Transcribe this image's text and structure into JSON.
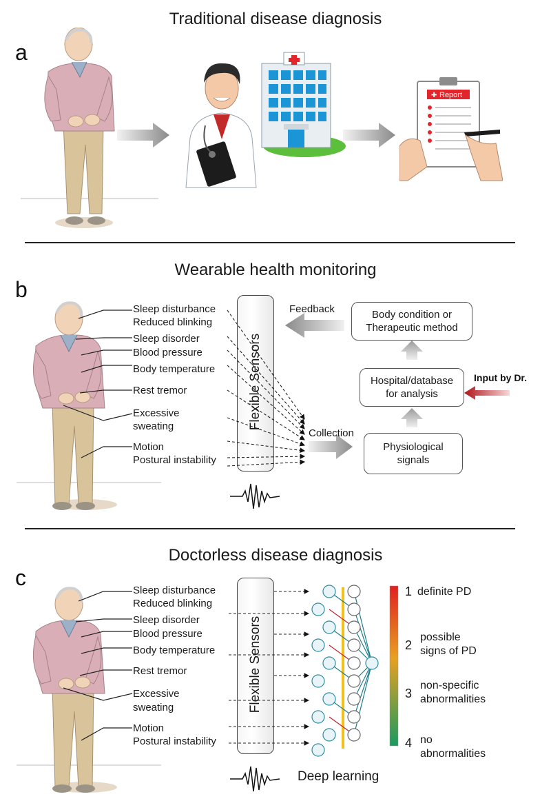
{
  "panel_a": {
    "letter": "a",
    "title": "Traditional disease diagnosis",
    "report_label": "Report"
  },
  "panel_b": {
    "letter": "b",
    "title": "Wearable health monitoring",
    "symptoms": [
      "Sleep disturbance",
      "Reduced blinking",
      "Sleep disorder",
      "Blood pressure",
      "Body temperature",
      "Rest tremor",
      "Excessive",
      "sweating",
      "Motion",
      "Postural instability"
    ],
    "sensor_label": "Flexible Sensors",
    "collection": "Collection",
    "feedback": "Feedback",
    "physio_line1": "Physiological",
    "physio_line2": "signals",
    "hospital_line1": "Hospital/database",
    "hospital_line2": "for  analysis",
    "body_line1": "Body condition or",
    "body_line2": "Therapeutic method",
    "input_by": "Input by Dr."
  },
  "panel_c": {
    "letter": "c",
    "title": "Doctorless disease diagnosis",
    "symptoms": [
      "Sleep disturbance",
      "Reduced blinking",
      "Sleep disorder",
      "Blood pressure",
      "Body temperature",
      "Rest tremor",
      "Excessive",
      "sweating",
      "Motion",
      "Postural instability"
    ],
    "sensor_label": "Flexible Sensors",
    "deep_learning": "Deep learning",
    "scale": [
      {
        "num": "1",
        "line1": "definite PD",
        "line2": ""
      },
      {
        "num": "2",
        "line1": "possible",
        "line2": "signs of PD"
      },
      {
        "num": "3",
        "line1": "non-specific",
        "line2": "abnormalities"
      },
      {
        "num": "4",
        "line1": "no",
        "line2": "abnormalities"
      }
    ]
  },
  "colors": {
    "skin": "#f1d3b8",
    "sweater": "#d9aeb6",
    "pants": "#d8c39b",
    "arrow_gray": "#8a8a8a",
    "input_arrow": "#b0151b",
    "scale_top": "#e02020",
    "scale_mid": "#e8a020",
    "scale_bottom": "#1a9a60"
  }
}
